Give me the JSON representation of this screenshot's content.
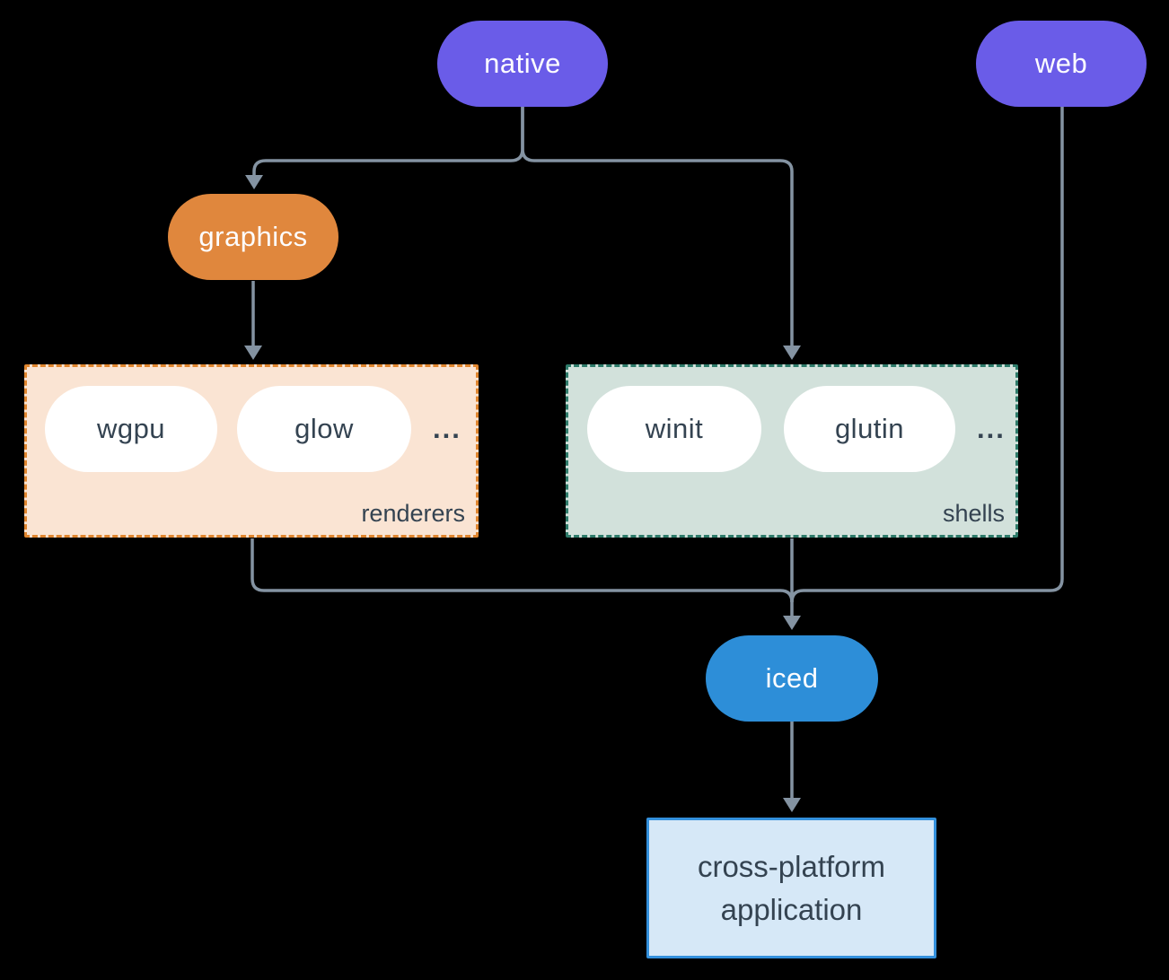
{
  "diagram": {
    "background": "#000000",
    "connector_color": "#8493a2"
  },
  "nodes": {
    "native": {
      "label": "native",
      "color": "#6a5ce8"
    },
    "web": {
      "label": "web",
      "color": "#6a5ce8"
    },
    "graphics": {
      "label": "graphics",
      "color": "#e0873d"
    },
    "iced": {
      "label": "iced",
      "color": "#2d8ed8"
    },
    "application": {
      "line1": "cross-platform",
      "line2": "application",
      "fill": "#d6e8f7",
      "border": "#3390dc",
      "text_color": "#344351"
    }
  },
  "groups": {
    "renderers": {
      "label": "renderers",
      "items": [
        "wgpu",
        "glow"
      ],
      "ellipsis": "...",
      "fill": "#fae4d3",
      "border": "#e0862f",
      "item_text_color": "#344351"
    },
    "shells": {
      "label": "shells",
      "items": [
        "winit",
        "glutin"
      ],
      "ellipsis": "...",
      "fill": "#d2e1db",
      "border": "#2e7b6a",
      "item_text_color": "#344351"
    }
  },
  "edges": [
    {
      "from": "native",
      "to": "graphics"
    },
    {
      "from": "native",
      "to": "shells"
    },
    {
      "from": "graphics",
      "to": "renderers"
    },
    {
      "from": "renderers",
      "to": "iced"
    },
    {
      "from": "shells",
      "to": "iced"
    },
    {
      "from": "web",
      "to": "iced"
    },
    {
      "from": "iced",
      "to": "application"
    }
  ]
}
